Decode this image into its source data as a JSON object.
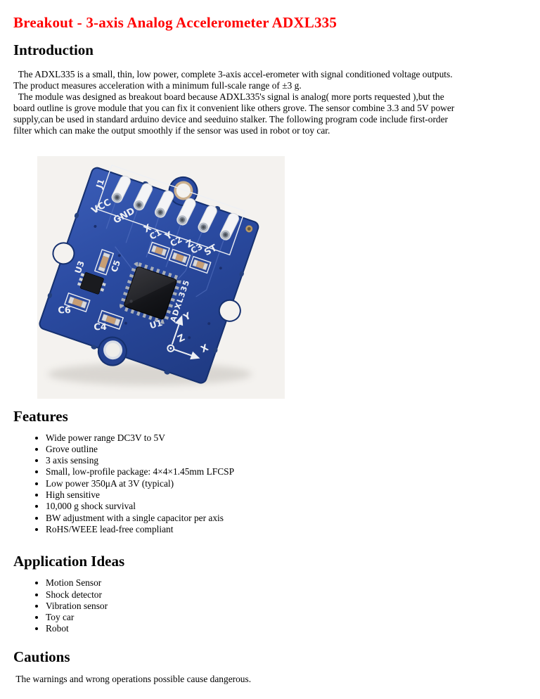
{
  "page_title": {
    "text": "Breakout - 3-axis Analog Accelerometer ADXL335",
    "color": "#ff0000"
  },
  "intro": {
    "heading": "Introduction",
    "lines": [
      "  The ADXL335 is a small, thin, low power, complete 3-axis accel-erometer with signal conditioned voltage outputs.",
      "The product measures acceleration with a minimum full-scale range of ±3 g.",
      "  The module was designed as breakout board because ADXL335's signal is analog( more ports requested ),but the",
      "board outline is grove module that you can fix it convenient like others grove. The sensor combine 3.3 and 5V power",
      "supply,can be used in standard arduino device and seeduino stalker. The following program code include first-order",
      "filter which can make the output smoothly if the sensor was used in robot or toy car."
    ]
  },
  "board_image": {
    "labels": {
      "connector": "J1",
      "pins": [
        "VCC",
        "GND",
        "X",
        "Y",
        "Z",
        "ST"
      ],
      "chip_silkscreen": "ADXL335",
      "refs": {
        "u1": "U1",
        "u3": "U3",
        "c1": "C1",
        "c2": "C2",
        "c3": "C3",
        "c4": "C4",
        "c5": "C5",
        "c6": "C6"
      },
      "axes": {
        "x": "X",
        "y": "Y",
        "z": "Z"
      }
    },
    "colors": {
      "board_blue": "#2a4aa0",
      "board_edge": "#15306f",
      "silkscreen": "#eef0f4",
      "chip_black": "#17181c",
      "capacitor_tan": "#c79e74",
      "photo_background": "#f4f2ef"
    }
  },
  "features": {
    "heading": "Features",
    "items": [
      "Wide power range DC3V to 5V",
      "Grove outline",
      "3 axis sensing",
      "Small, low-profile package: 4×4×1.45mm LFCSP",
      "Low power 350μA at 3V (typical)",
      "High sensitive",
      "10,000 g shock survival",
      "BW adjustment with a single capacitor per axis",
      "RoHS/WEEE lead-free compliant"
    ]
  },
  "applications": {
    "heading": "Application Ideas",
    "items": [
      "Motion Sensor",
      "Shock detector",
      "Vibration sensor",
      "Toy car",
      "Robot"
    ]
  },
  "cautions": {
    "heading": "Cautions",
    "text": " The warnings and wrong operations possible cause dangerous."
  }
}
